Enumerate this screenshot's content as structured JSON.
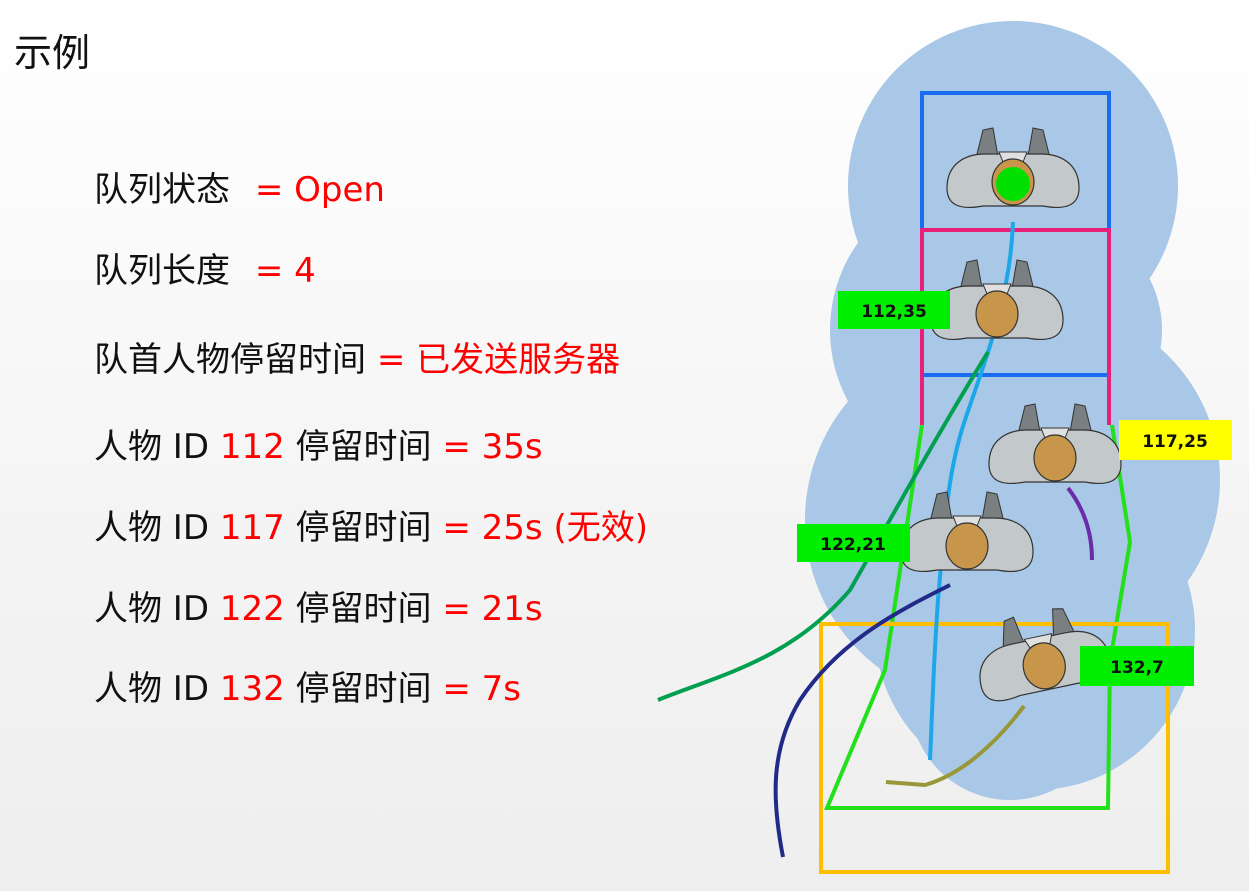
{
  "title": "示例",
  "info_lines": [
    {
      "label": "队列状态",
      "eq": "=",
      "value": "Open"
    },
    {
      "label": "队列长度",
      "eq": "=",
      "value": "4"
    },
    {
      "label": "队首人物停留时间",
      "eq": "=",
      "value": "已发送服务器"
    },
    {
      "label": "人物 ID",
      "id": "112",
      "label2": "停留时间",
      "eq": "=",
      "value": "35s"
    },
    {
      "label": "人物 ID",
      "id": "117",
      "label2": "停留时间",
      "eq": "=",
      "value": "25s (无效)"
    },
    {
      "label": "人物 ID",
      "id": "122",
      "label2": "停留时间",
      "eq": "=",
      "value": "21s"
    },
    {
      "label": "人物 ID",
      "id": "132",
      "label2": "停留时间",
      "eq": "=",
      "value": "7s"
    }
  ],
  "tags": [
    {
      "text": "112,35",
      "color": "#00ee00"
    },
    {
      "text": "117,25",
      "color": "#ffff00"
    },
    {
      "text": "122,21",
      "color": "#00ee00"
    },
    {
      "text": "132,7",
      "color": "#00ee00"
    }
  ],
  "colors": {
    "highlight": "#ff0000",
    "crowd_area": "#a9c7e6",
    "service_box": "#1a6cf0",
    "queue_head_box": "#e8207a",
    "queue_region": "#22e01a",
    "entry_box": "#ffbf00",
    "service_marker": "#00e000"
  }
}
